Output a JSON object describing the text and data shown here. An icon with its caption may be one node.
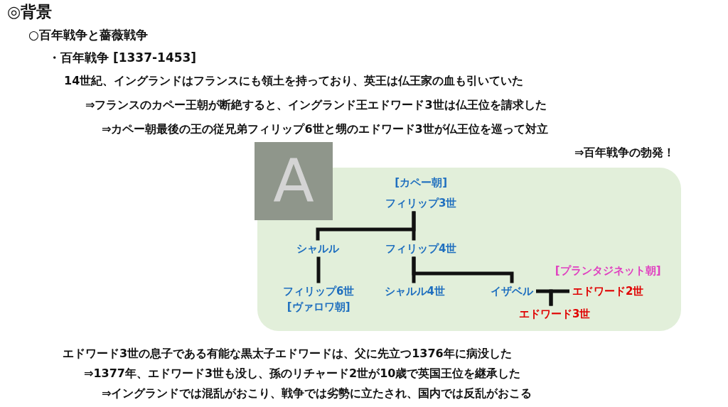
{
  "diagram": {
    "title": "◎背景",
    "nodes": [
      {
        "text": [],
        "shape": "box"
      },
      {
        "text": [
          "フィリップ3世"
        ],
        "beside": [
          "[カペー朝]"
        ],
        "in": 0
      },
      {
        "text": [
          "シャルル"
        ],
        "in": 0
      },
      {
        "text": [
          "フィリップ4世"
        ],
        "in": 0
      },
      {
        "text": [
          "フィリップ6世"
        ],
        "beside": [
          "[ヴァロワ朝]"
        ],
        "in": 0
      },
      {
        "text": [
          "シャルル4世"
        ],
        "in": 0
      },
      {
        "text": [
          "イザベル"
        ],
        "in": 0
      },
      {
        "text": [
          "エドワード2世"
        ],
        "beside": [
          "[プランタジネット朝]"
        ],
        "in": 0
      },
      {
        "text": [
          "エドワード3世"
        ],
        "in": 0
      }
    ],
    "edges": [
      {
        "from": 1,
        "to": 2,
        "arrow": "none"
      },
      {
        "from": 1,
        "to": 3,
        "arrow": "none"
      },
      {
        "from": 2,
        "to": 4,
        "arrow": "none"
      },
      {
        "from": 3,
        "to": 5,
        "arrow": "none"
      },
      {
        "from": 3,
        "to": 6,
        "arrow": "none"
      },
      {
        "from": 6,
        "to": 8,
        "arrow": "none"
      },
      {
        "from": 7,
        "to": 8,
        "arrow": "none"
      }
    ],
    "labels": [
      "○百年戦争と薔薇戦争",
      "・百年戦争 [1337-1453]",
      "14世紀、イングランドはフランスにも領土を持っており、英王は仏王家の血も引いていた",
      "⇒フランスのカペー王朝が断絶すると、イングランド王エドワード3世は仏王位を請求した",
      "⇒カペー朝最後の王の従兄弟フィリップ6世と甥のエドワード3世が仏王位を巡って対立",
      "⇒百年戦争の勃発！",
      "A",
      "エドワード3世の息子である有能な黒太子エドワードは、父に先立つ1376年に病没した",
      "⇒1377年、エドワード3世も没し、孫のリチャード2世が10歳で英国王位を継承した",
      "⇒イングランドでは混乱がおこり、戦争では劣勢に立たされ、国内では反乱がおこる"
    ]
  }
}
